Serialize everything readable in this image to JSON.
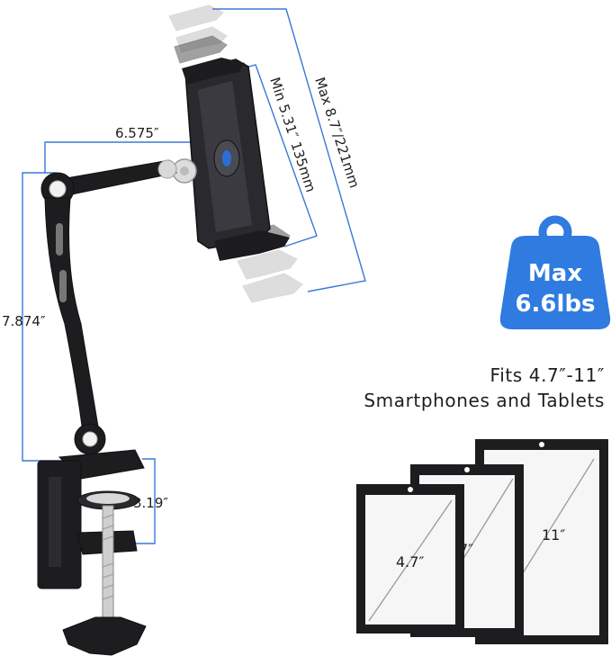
{
  "dimensions": {
    "arm_length": "6.575″",
    "arm_height": "7.874″",
    "clamp_opening": "3.19″",
    "min_width": "Min 5.31″ 135mm",
    "max_width": "Max 8.7″/221mm"
  },
  "weight_badge": {
    "line1": "Max",
    "line2": "6.6lbs",
    "color": "#2f7be0"
  },
  "compatibility": {
    "line1": "Fits 4.7″-11″",
    "line2": "Smartphones and Tablets"
  },
  "devices": [
    {
      "label": "4.7″"
    },
    {
      "label": "7″"
    },
    {
      "label": "11″"
    }
  ],
  "icons": [
    "tablet-mount-arm-illustration",
    "weight-icon",
    "tablet-outline-icon"
  ]
}
